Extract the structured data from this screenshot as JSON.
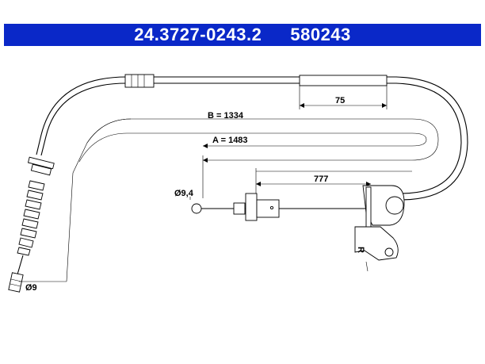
{
  "header": {
    "part_number": "24.3727-0243.2",
    "ref_number": "580243",
    "background_color": "#0a28c8",
    "text_color": "#ffffff"
  },
  "dimensions": {
    "b_length": "B = 1334",
    "a_length": "A = 1483",
    "sleeve_length": "75",
    "inner_length": "777",
    "nipple_diameter": "Ø9,4",
    "end_diameter": "Ø9"
  },
  "marks": {
    "side_marker": "R"
  }
}
